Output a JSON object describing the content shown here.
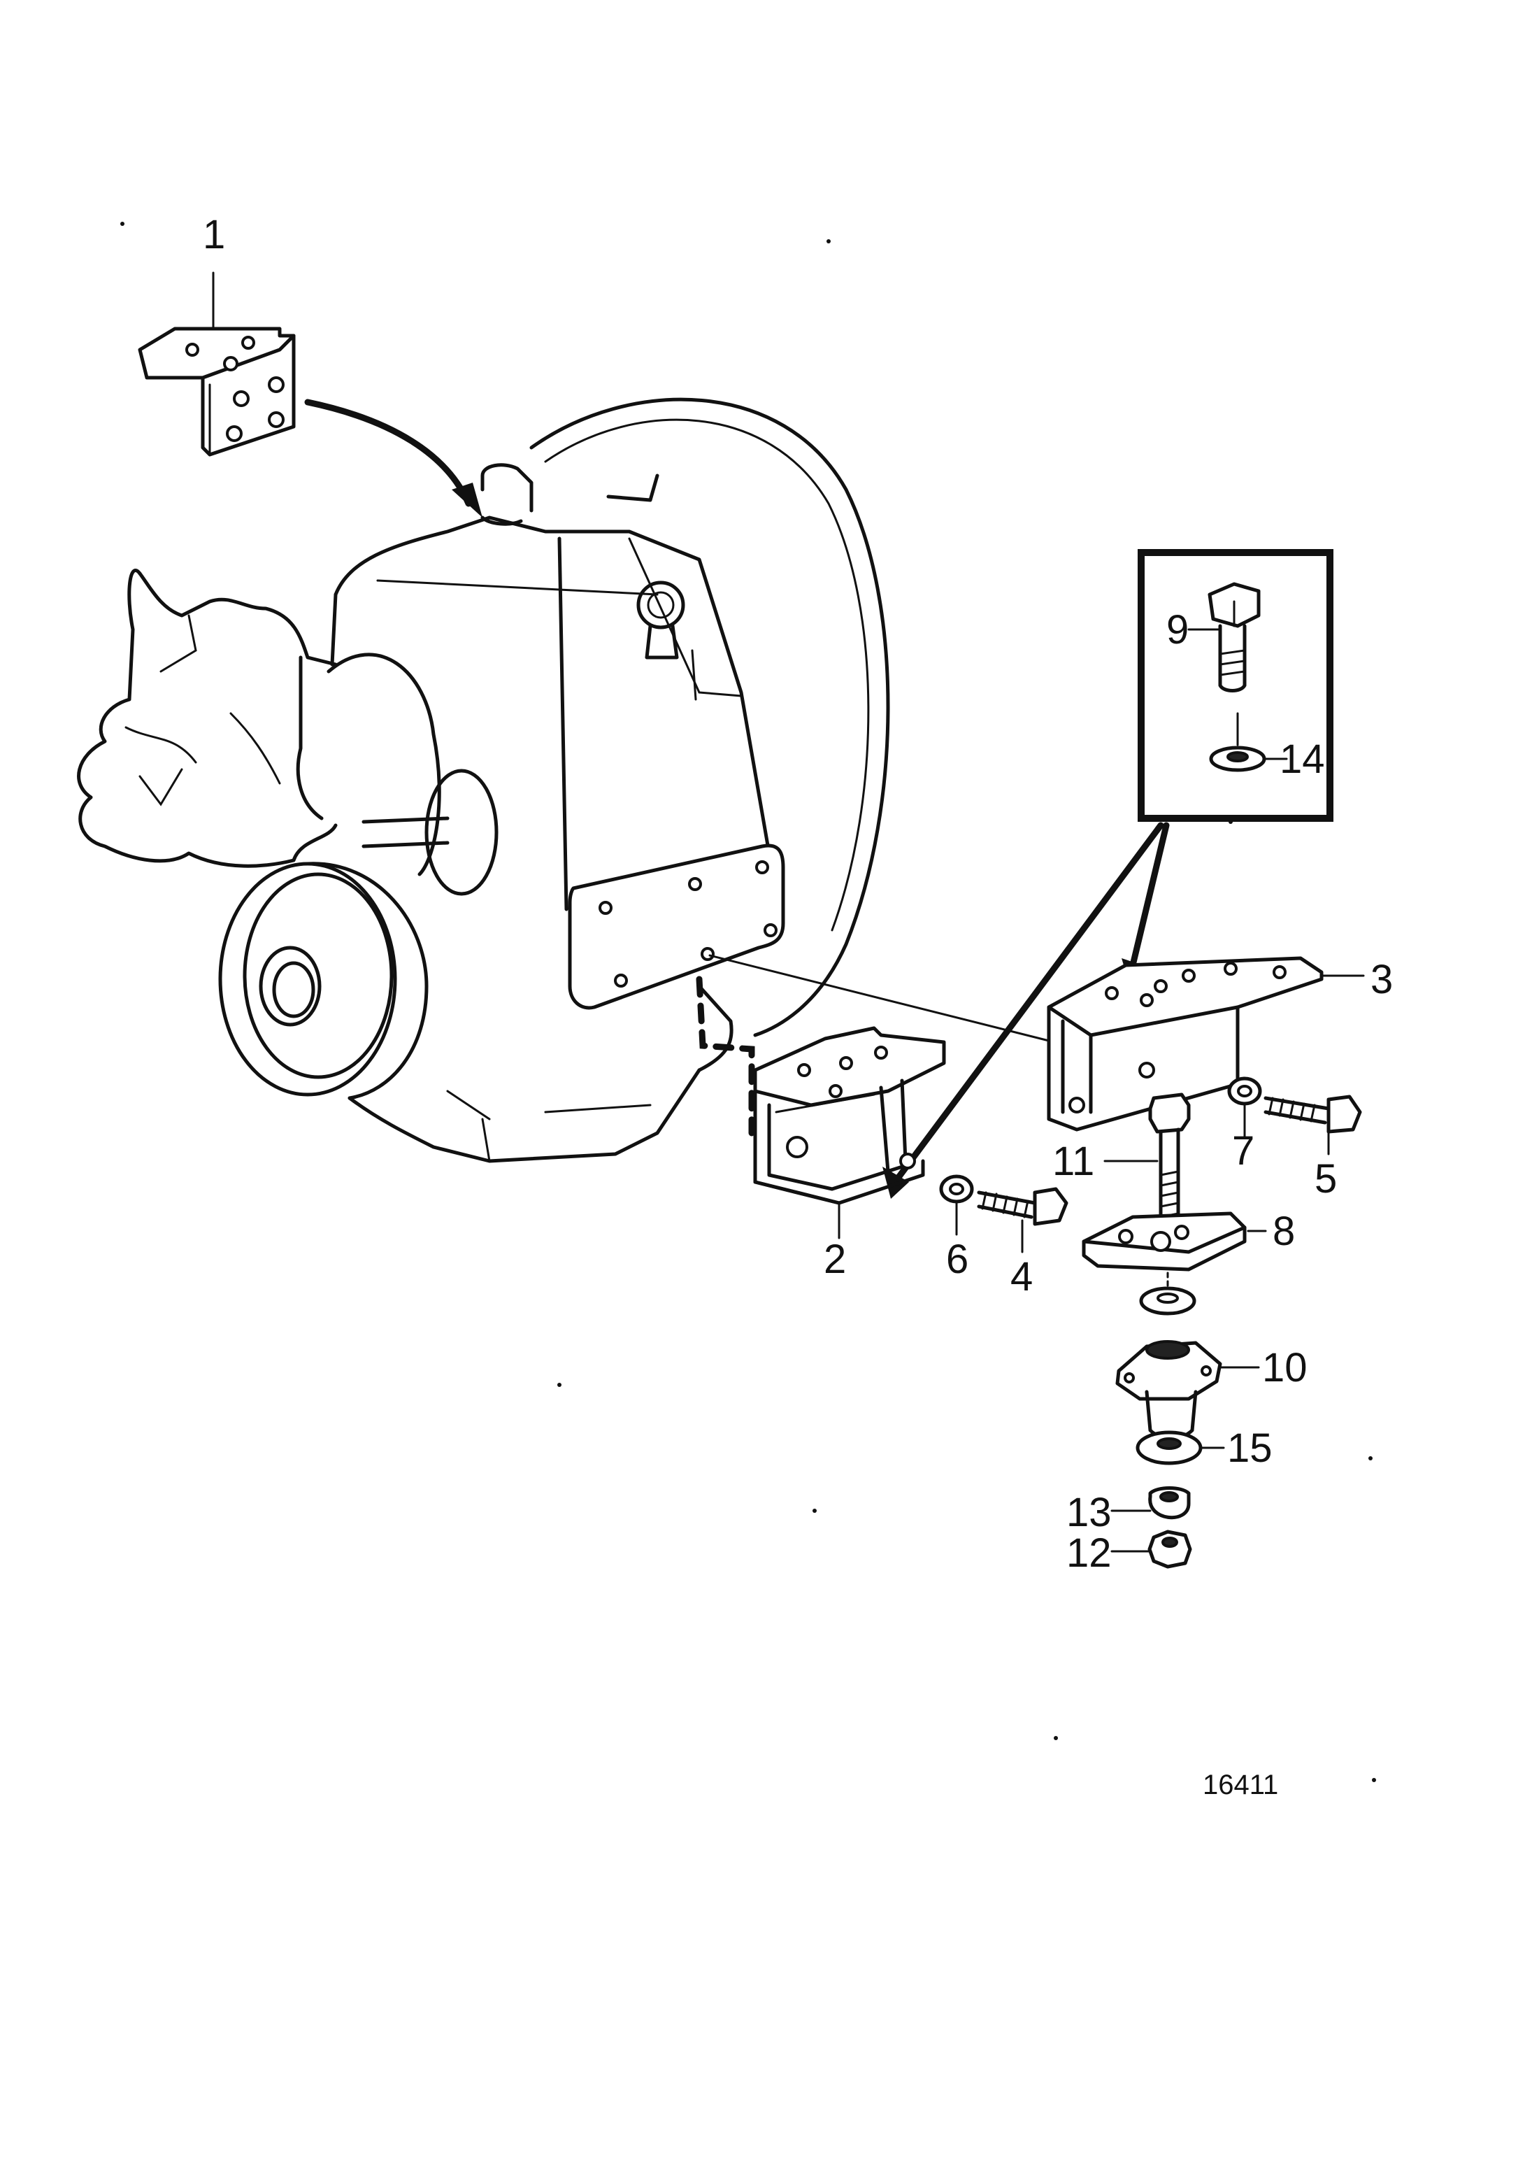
{
  "diagram": {
    "figure_number": "16411",
    "callouts": [
      {
        "id": "1",
        "label": "1"
      },
      {
        "id": "2",
        "label": "2"
      },
      {
        "id": "3",
        "label": "3"
      },
      {
        "id": "4",
        "label": "4"
      },
      {
        "id": "5",
        "label": "5"
      },
      {
        "id": "6",
        "label": "6"
      },
      {
        "id": "7",
        "label": "7"
      },
      {
        "id": "8",
        "label": "8"
      },
      {
        "id": "9",
        "label": "9"
      },
      {
        "id": "10",
        "label": "10"
      },
      {
        "id": "11",
        "label": "11"
      },
      {
        "id": "12",
        "label": "12"
      },
      {
        "id": "13",
        "label": "13"
      },
      {
        "id": "14",
        "label": "14"
      },
      {
        "id": "15",
        "label": "15"
      }
    ]
  }
}
